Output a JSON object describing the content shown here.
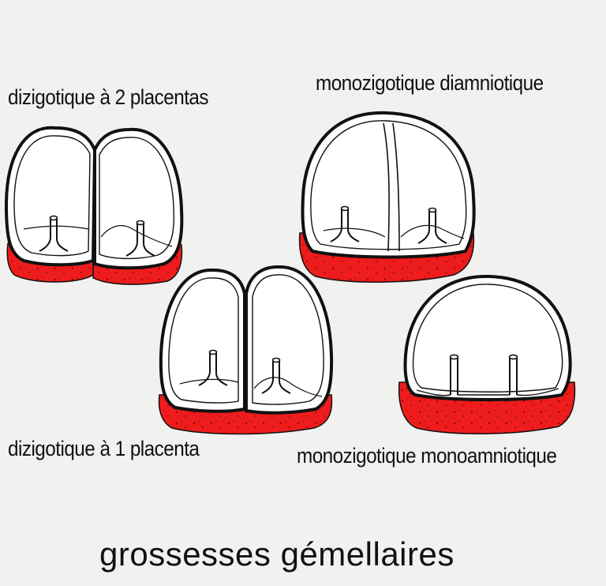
{
  "title": "grossesses gémellaires",
  "colors": {
    "background": "#f1f1ef",
    "outline": "#111111",
    "placenta": "#ee1c1c",
    "placenta_dots": "#8a0c0c"
  },
  "panels": [
    {
      "id": "dz2",
      "label": "dizigotique à 2 placentas"
    },
    {
      "id": "md",
      "label": "monozigotique diamniotique"
    },
    {
      "id": "dz1",
      "label": "dizigotique à 1 placenta"
    },
    {
      "id": "mm",
      "label": "monozigotique monoamniotique"
    }
  ]
}
